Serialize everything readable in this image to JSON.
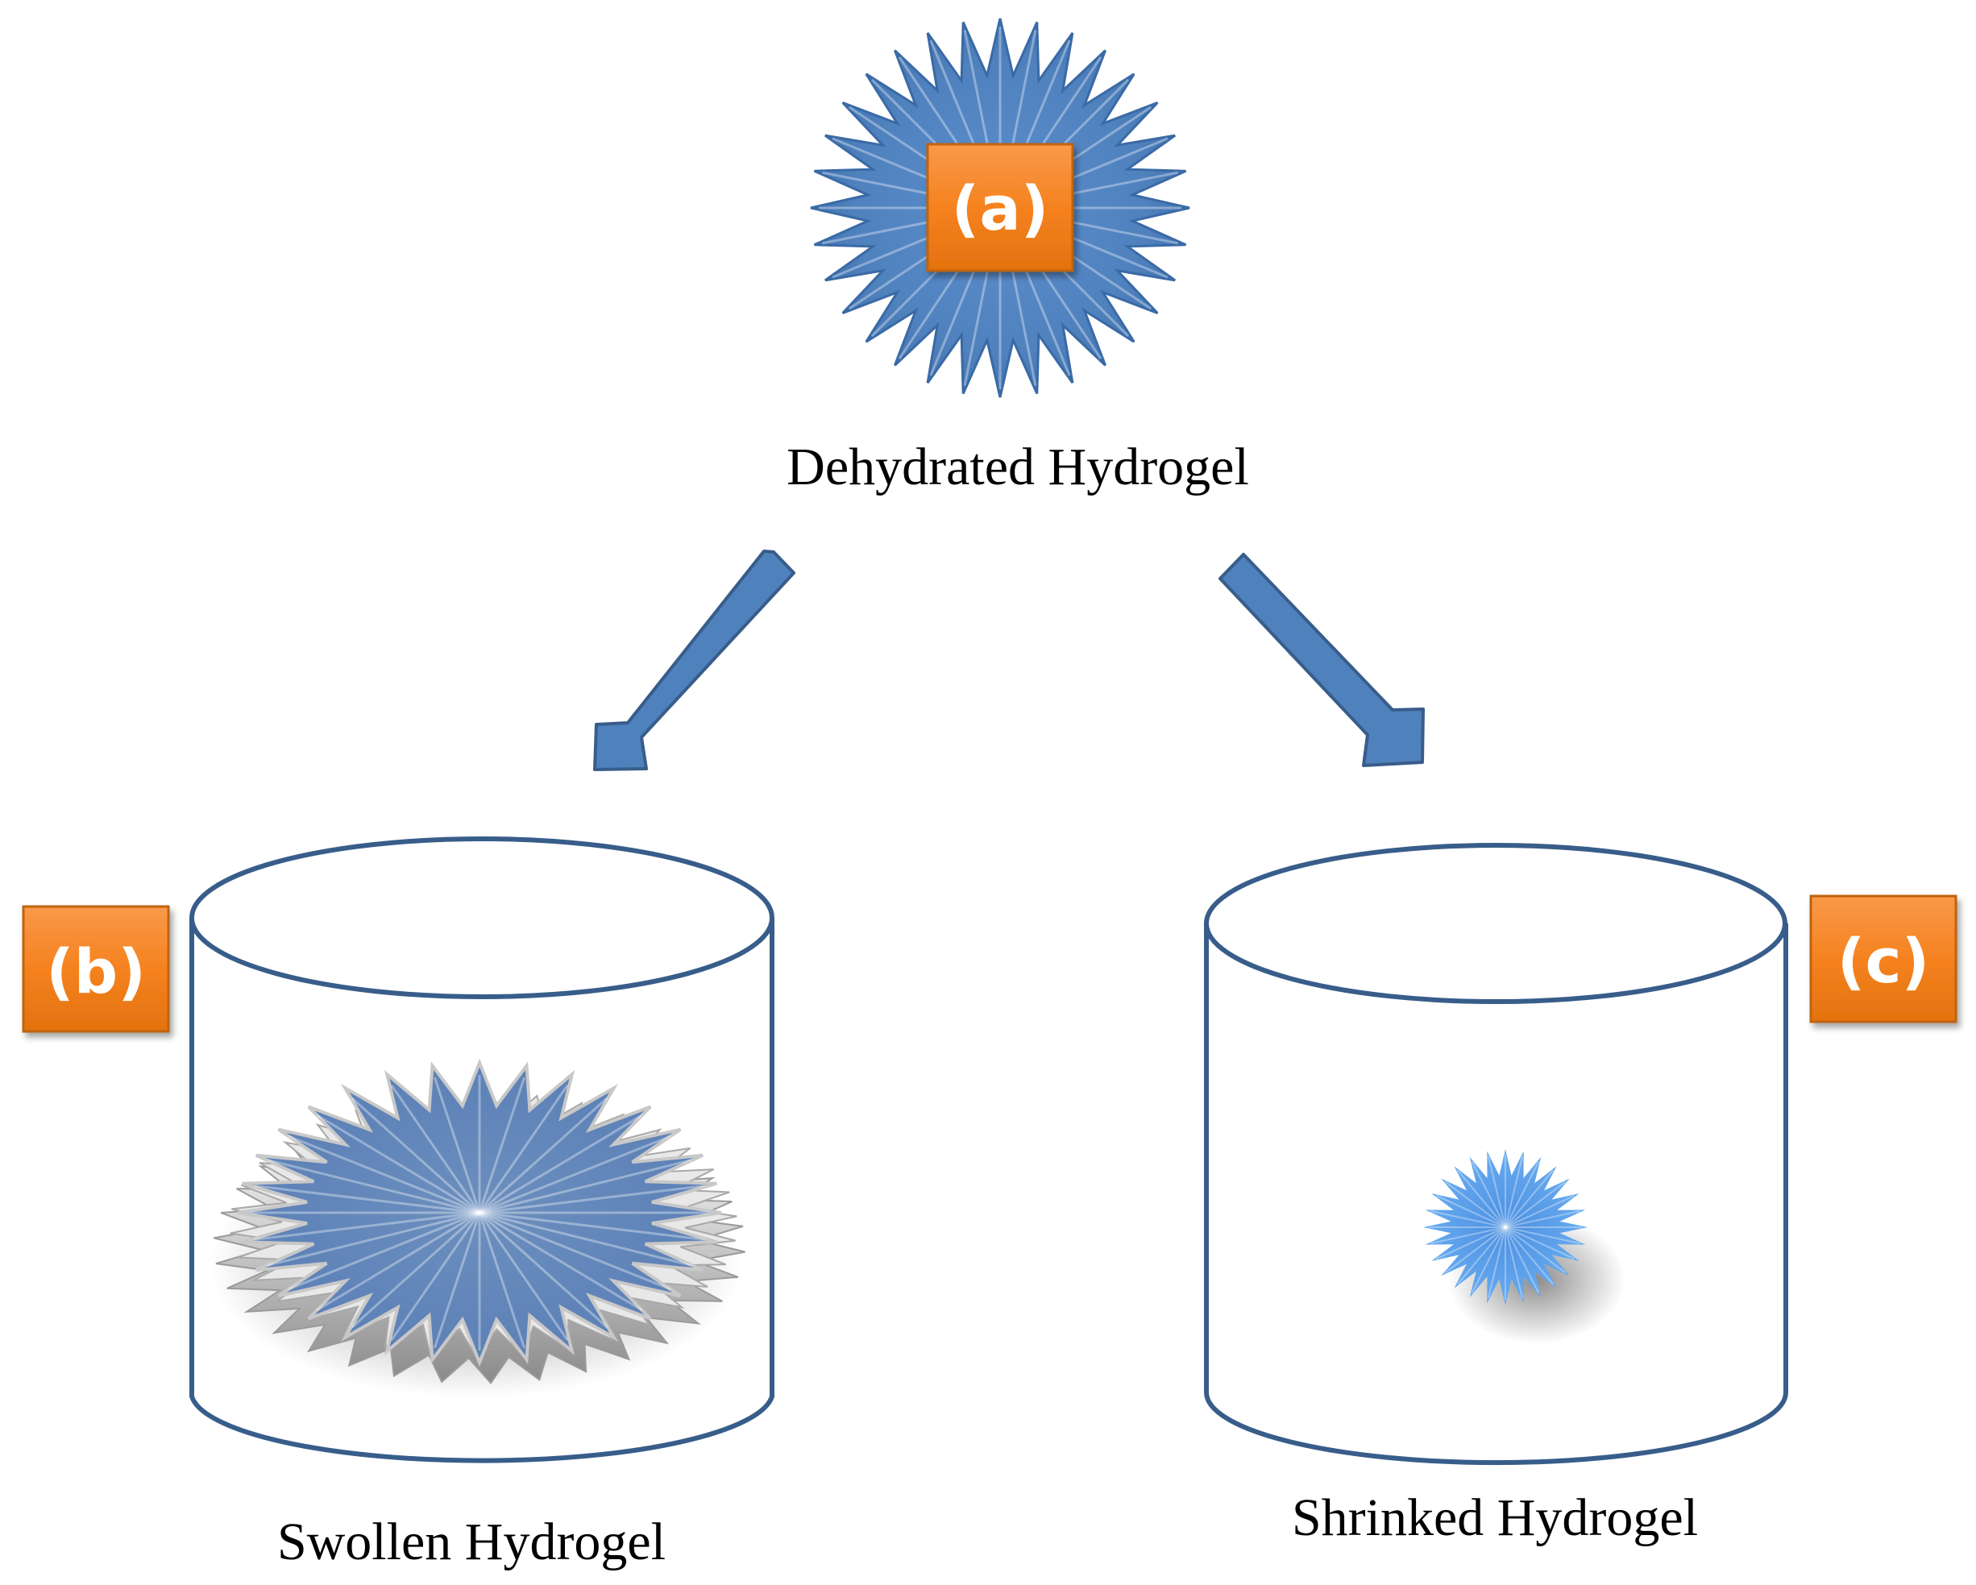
{
  "colors": {
    "star_blue": "#4f81bd",
    "star_edge": "#3a6aa6",
    "star_light": "#8db3e2",
    "arrow_blue": "#4f81bd",
    "arrow_edge": "#385d8a",
    "container_stroke": "#385d8a",
    "badge_orange": "#f5821f",
    "badge_edge": "#c0630f",
    "small_star_blue": "#62a2ec"
  },
  "badges": {
    "a": "(a)",
    "b": "(b)",
    "c": "(c)"
  },
  "captions": {
    "dehydrated": "Dehydrated Hydrogel",
    "swollen": "Swollen Hydrogel",
    "shrinked": "Shrinked Hydrogel"
  },
  "icons": {
    "dehydrated_star": "starburst-icon",
    "swollen_star": "flattened-starburst-icon",
    "shrinked_star": "small-starburst-icon"
  }
}
